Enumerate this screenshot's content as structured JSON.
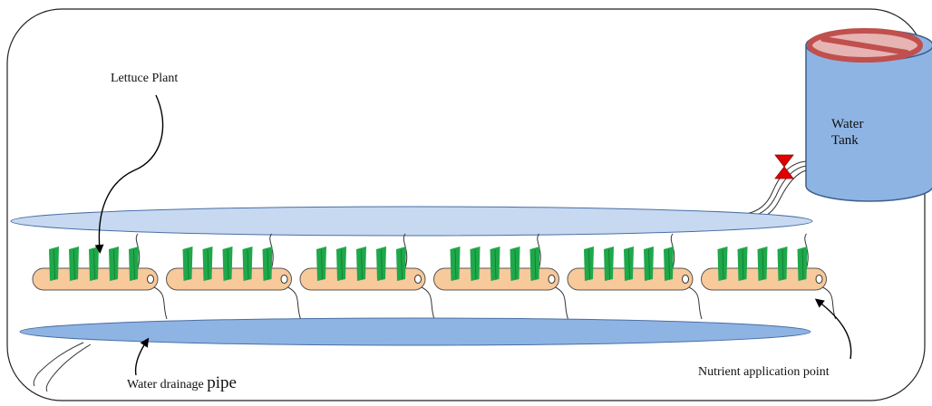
{
  "labels": {
    "lettuce_plant": "Lettuce Plant",
    "water_tank_line1": "Water",
    "water_tank_line2": "Tank",
    "drainage_prefix": "Water drainage ",
    "drainage_suffix": "pipe",
    "nutrient_point": "Nutrient application point"
  },
  "trays": {
    "count": 6,
    "plants_per_tray": 5
  },
  "colors": {
    "supply_pipe": "#c6d9f1",
    "drain_pipe": "#8eb4e3",
    "pipe_stroke": "#4a6fa5",
    "tray_fill": "#f8c99a",
    "tray_stroke": "#555555",
    "plant_green": "#1fa84a",
    "tank_fill": "#8eb4e3",
    "tank_stroke": "#3f5f8a",
    "lid_ring": "#c0504d",
    "lid_fill": "#e6b4b3",
    "valve": "#e00000"
  },
  "icons": {
    "valve": "bowtie-valve-icon",
    "no_entry": "no-entry-icon"
  }
}
